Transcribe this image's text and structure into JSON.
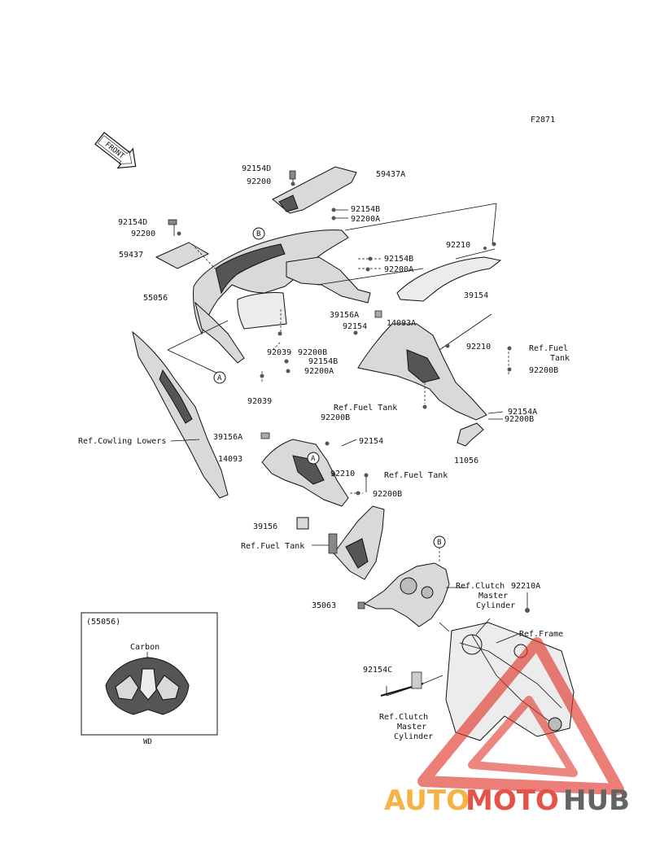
{
  "figure_code": "F2871",
  "front_label": "FRONT",
  "parts": {
    "p92154D_top": "92154D",
    "p92200_top": "92200",
    "p59437A": "59437A",
    "p92154B_a": "92154B",
    "p92200A_a": "92200A",
    "p92154D_left": "92154D",
    "p92200_left": "92200",
    "p59437": "59437",
    "p92154B_b": "92154B",
    "p92200A_b": "92200A",
    "p92210_top": "92210",
    "p39154": "39154",
    "p55056": "55056",
    "p39156A_a": "39156A",
    "p92154": "92154",
    "p14093A": "14093A",
    "p92039_a": "92039",
    "p92200B_a": "92200B",
    "p92210_mid": "92210",
    "p92154B_c": "92154B",
    "p92200A_c": "92200A",
    "p92039_b": "92039",
    "p92200B_right": "92200B",
    "ref_fuel_tank_1a": "Ref.Fuel",
    "ref_fuel_tank_1b": "Tank",
    "ref_fuel_tank_2": "Ref.Fuel Tank",
    "p92154A": "92154A",
    "p92200B_b": "92200B",
    "p92200B_c": "92200B",
    "ref_cowling_lowers": "Ref.Cowling Lowers",
    "p39156A_b": "39156A",
    "p92154_b": "92154",
    "p14093": "14093",
    "p92210_low": "92210",
    "ref_fuel_tank_3": "Ref.Fuel Tank",
    "p11056": "11056",
    "p92200B_d": "92200B",
    "p39156": "39156",
    "ref_fuel_tank_4": "Ref.Fuel Tank",
    "p35063": "35063",
    "ref_clutch_1a": "Ref.Clutch",
    "ref_clutch_1b": "Master",
    "ref_clutch_1c": "Cylinder",
    "p92210A": "92210A",
    "ref_frame": "Ref.Frame",
    "p92154C": "92154C",
    "ref_clutch_2a": "Ref.Clutch",
    "ref_clutch_2b": "Master",
    "ref_clutch_2c": "Cylinder"
  },
  "callouts": {
    "a": "A",
    "b": "B"
  },
  "inset": {
    "code": "(55056)",
    "material": "Carbon",
    "footer": "WD"
  },
  "watermark": {
    "part1": "AUTO",
    "part2": "MOTO",
    "part3": "HUB",
    "color_orange": "#f5a623",
    "color_red": "#e0352b",
    "color_dark": "#4a4a4a"
  }
}
